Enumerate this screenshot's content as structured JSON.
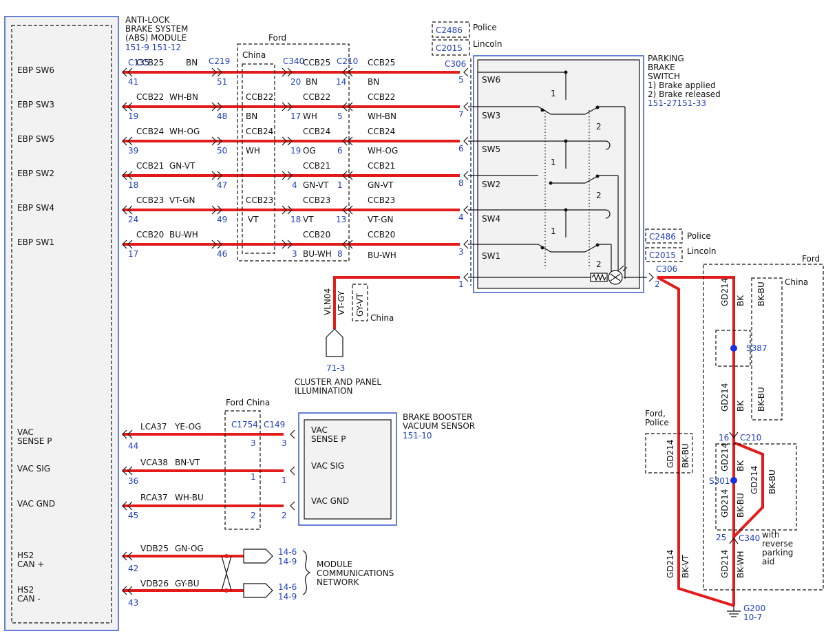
{
  "abs_module": {
    "title": [
      "ANTI-LOCK",
      "BRAKE SYSTEM",
      "(ABS) MODULE"
    ],
    "refs": "151-9  151-12",
    "pins": [
      {
        "label": "EBP SW6",
        "pin": "41"
      },
      {
        "label": "EBP SW3",
        "pin": "19"
      },
      {
        "label": "EBP SW5",
        "pin": "39"
      },
      {
        "label": "EBP SW2",
        "pin": "18"
      },
      {
        "label": "EBP SW4",
        "pin": "24"
      },
      {
        "label": "EBP SW1",
        "pin": "17"
      }
    ],
    "vac_pins": [
      {
        "label": [
          "VAC",
          "SENSE P"
        ],
        "pin": "44"
      },
      {
        "label": [
          "VAC SIG"
        ],
        "pin": "36"
      },
      {
        "label": [
          "VAC GND"
        ],
        "pin": "45"
      }
    ],
    "can_pins": [
      {
        "label": [
          "HS2",
          "CAN +"
        ],
        "pin": "42"
      },
      {
        "label": [
          "HS2",
          "CAN -"
        ],
        "pin": "43"
      }
    ]
  },
  "connectors": {
    "c135": "C135",
    "c219": "C219",
    "c340": "C340",
    "c210": "C210",
    "c306": "C306",
    "c2486": "C2486",
    "c2015": "C2015",
    "c1754": "C1754",
    "c149": "C149",
    "c306b": "C306",
    "c2486b": "C2486",
    "c2015b": "C2015",
    "c210b": "C210",
    "c340b": "C340"
  },
  "labels": {
    "ford": "Ford",
    "china": "China",
    "police": "Police",
    "lincoln": "Lincoln",
    "ford_china": "Ford China",
    "ford_police": [
      "Ford,",
      "Police"
    ],
    "china2": "China",
    "china3": "China",
    "ford2": "Ford",
    "police2": "Police",
    "lincoln2": "Lincoln",
    "with_rpa": [
      "with",
      "reverse",
      "parking",
      "aid"
    ]
  },
  "ebp_wires": [
    {
      "left_circuit": "CCB25",
      "left_color": "BN",
      "c219_pin": "51",
      "china_color": "",
      "mid_pin_l": "20",
      "mid_circuit": "BN",
      "mid_pin_r": "14",
      "right_circuit": "CCB25",
      "right_color": "BN",
      "sw_pin": "5",
      "sw": "SW6",
      "china_circuit": "",
      "mid_top": "CCB25"
    },
    {
      "left_circuit": "CCB22",
      "left_color": "WH-BN",
      "c219_pin": "48",
      "china_color": "BN",
      "china_circuit": "CCB22",
      "mid_pin_l": "17",
      "mid_circuit": "WH",
      "mid_pin_r": "5",
      "mid_top": "CCB22",
      "right_circuit": "CCB22",
      "right_color": "WH-BN",
      "sw_pin": "7",
      "sw": "SW3"
    },
    {
      "left_circuit": "CCB24",
      "left_color": "WH-OG",
      "c219_pin": "50",
      "china_color": "WH",
      "china_circuit": "CCB24",
      "mid_pin_l": "19",
      "mid_circuit": "OG",
      "mid_pin_r": "6",
      "mid_top": "CCB24",
      "right_circuit": "CCB24",
      "right_color": "WH-OG",
      "sw_pin": "6",
      "sw": "SW5"
    },
    {
      "left_circuit": "CCB21",
      "left_color": "GN-VT",
      "c219_pin": "47",
      "china_color": "",
      "china_circuit": "",
      "mid_pin_l": "4",
      "mid_circuit": "GN-VT",
      "mid_pin_r": "1",
      "mid_top": "CCB21",
      "right_circuit": "CCB21",
      "right_color": "GN-VT",
      "sw_pin": "8",
      "sw": "SW2"
    },
    {
      "left_circuit": "CCB23",
      "left_color": "VT-GN",
      "c219_pin": "49",
      "china_color": "VT",
      "china_circuit": "CCB23",
      "mid_pin_l": "18",
      "mid_circuit": "VT",
      "mid_pin_r": "13",
      "mid_top": "CCB23",
      "right_circuit": "CCB23",
      "right_color": "VT-GN",
      "sw_pin": "4",
      "sw": "SW4"
    },
    {
      "left_circuit": "CCB20",
      "left_color": "BU-WH",
      "c219_pin": "46",
      "china_color": "",
      "china_circuit": "",
      "mid_pin_l": "3",
      "mid_circuit": "BU-WH",
      "mid_pin_r": "8",
      "mid_top": "CCB20",
      "right_circuit": "CCB20",
      "right_color": "BU-WH",
      "sw_pin": "3",
      "sw": "SW1"
    }
  ],
  "parking_switch": {
    "title": [
      "PARKING",
      "BRAKE",
      "SWITCH",
      "1) Brake applied",
      "2) Brake released"
    ],
    "refs": "151-27151-33",
    "pin1": "1",
    "pin2": "2",
    "state1": "1",
    "state2": "2"
  },
  "illumination": {
    "circuit": "VLN04",
    "color": "VT-GY",
    "china_color": "GY-VT",
    "ref": "71-3",
    "title": [
      "CLUSTER AND PANEL",
      "ILLUMINATION"
    ]
  },
  "vac_wires": [
    {
      "circuit": "LCA37",
      "color": "YE-OG",
      "pin_l": "3",
      "pin_r": "3",
      "sensor_label": [
        "VAC",
        "SENSE P"
      ]
    },
    {
      "circuit": "VCA38",
      "color": "BN-VT",
      "pin_l": "1",
      "pin_r": "1",
      "sensor_label": [
        "VAC SIG"
      ]
    },
    {
      "circuit": "RCA37",
      "color": "WH-BU",
      "pin_l": "2",
      "pin_r": "2",
      "sensor_label": [
        "VAC GND"
      ]
    }
  ],
  "booster": {
    "title": [
      "BRAKE BOOSTER",
      "VACUUM SENSOR"
    ],
    "ref": "151-10"
  },
  "can_wires": [
    {
      "circuit": "VDB25",
      "color": "GN-OG",
      "refs": [
        "14-6",
        "14-9"
      ]
    },
    {
      "circuit": "VDB26",
      "color": "GY-BU",
      "refs": [
        "14-6",
        "14-9"
      ]
    }
  ],
  "network": {
    "title": [
      "MODULE",
      "COMMUNICATIONS",
      "NETWORK"
    ]
  },
  "ground": {
    "c306_pin": "2",
    "gd214": "GD214",
    "bk": "BK",
    "bk_bu": "BK-BU",
    "bk_vt": "BK-VT",
    "bk_wh": "BK-WH",
    "s387": "S387",
    "s301": "S301",
    "c210_pin": "16",
    "c340_pin": "25",
    "g200": "G200",
    "g200_ref": "10-7"
  },
  "colors": {
    "wire": "#e31b1b",
    "link": "#1f3fbf",
    "frame": "#3456c8",
    "fill": "#f2f2f2"
  }
}
